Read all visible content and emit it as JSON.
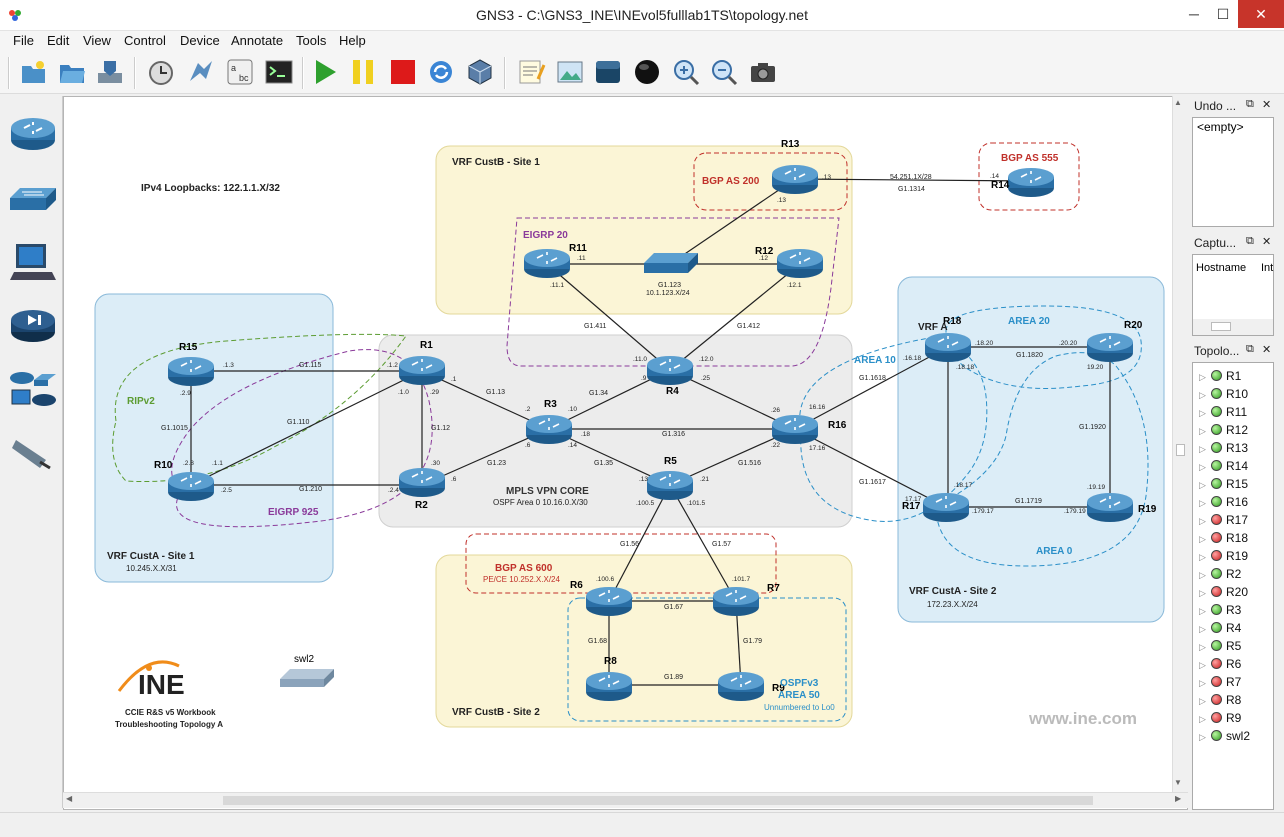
{
  "window": {
    "title": "GNS3 - C:\\GNS3_INE\\INEvol5fulllab1TS\\topology.net",
    "minimize": "─",
    "maximize": "☐",
    "close": "✕"
  },
  "menu": [
    "File",
    "Edit",
    "View",
    "Control",
    "Device",
    "Annotate",
    "Tools",
    "Help"
  ],
  "toolbar": [
    "new-project-icon",
    "open-project-icon",
    "save-project-icon",
    "snapshot-icon",
    "console-connect-icon",
    "show-interface-labels-icon",
    "console-all-icon",
    "start-icon",
    "pause-icon",
    "stop-icon",
    "reload-icon",
    "virtualbox-icon",
    "add-note-icon",
    "insert-picture-icon",
    "draw-rectangle-icon",
    "draw-ellipse-icon",
    "zoom-in-icon",
    "zoom-out-icon",
    "screenshot-icon"
  ],
  "device_panel": [
    "router-icon",
    "switch-icon",
    "end-device-icon",
    "security-device-icon",
    "all-devices-icon",
    "cloud-connector-icon"
  ],
  "undo": {
    "title": "Undo ...",
    "item": "<empty>"
  },
  "capture": {
    "title": "Captu...",
    "col1": "Hostname",
    "col2": "Int"
  },
  "topology": {
    "title": "Topolo...",
    "items": [
      {
        "name": "R1",
        "status": "green"
      },
      {
        "name": "R10",
        "status": "green"
      },
      {
        "name": "R11",
        "status": "green"
      },
      {
        "name": "R12",
        "status": "green"
      },
      {
        "name": "R13",
        "status": "green"
      },
      {
        "name": "R14",
        "status": "green"
      },
      {
        "name": "R15",
        "status": "green"
      },
      {
        "name": "R16",
        "status": "green"
      },
      {
        "name": "R17",
        "status": "red"
      },
      {
        "name": "R18",
        "status": "red"
      },
      {
        "name": "R19",
        "status": "red"
      },
      {
        "name": "R2",
        "status": "green"
      },
      {
        "name": "R20",
        "status": "red"
      },
      {
        "name": "R3",
        "status": "green"
      },
      {
        "name": "R4",
        "status": "green"
      },
      {
        "name": "R5",
        "status": "green"
      },
      {
        "name": "R6",
        "status": "red"
      },
      {
        "name": "R7",
        "status": "red"
      },
      {
        "name": "R8",
        "status": "red"
      },
      {
        "name": "R9",
        "status": "red"
      },
      {
        "name": "swl2",
        "status": "green"
      }
    ]
  },
  "diagram": {
    "site_labels": {
      "custb1": "VRF CustB - Site 1",
      "custb2": "VRF CustB - Site 2",
      "custa1": "VRF CustA - Site 1",
      "custa1_net": "10.245.X.X/31",
      "custa2": "VRF CustA - Site 2",
      "custa2_net": "172.23.X.X/24",
      "core": "MPLS VPN CORE",
      "core_ospf": "OSPF Area 0   10.16.0.X/30"
    },
    "protocol_labels": {
      "bgp200": "BGP AS 200",
      "bgp555": "BGP AS 555",
      "bgp600": "BGP AS 600",
      "pece": "PE/CE   10.252.X.X/24",
      "eigrp20": "EIGRP 20",
      "eigrp925": "EIGRP 925",
      "ripv2": "RIPv2",
      "area10": "AREA 10",
      "area20": "AREA 20",
      "area0": "AREA 0",
      "ospfv3": "OSPFv3",
      "area50": "AREA 50",
      "unnumbered": "Unnumbered to Lo0",
      "loopbacks": "IPv4 Loopbacks:  122.1.1.X/32",
      "vrfa": "VRF A"
    },
    "routers": [
      "R1",
      "R2",
      "R3",
      "R4",
      "R5",
      "R6",
      "R7",
      "R8",
      "R9",
      "R10",
      "R11",
      "R12",
      "R13",
      "R14",
      "R15",
      "R16",
      "R17",
      "R18",
      "R19",
      "R20"
    ],
    "switch_label": "swl2",
    "link_labels": [
      "G1.115",
      "G1.110",
      "G1.1015",
      "G1.210",
      "G1.13",
      "G1.12",
      "G1.23",
      "G1.34",
      "G1.316",
      "G1.35",
      "G1.516",
      "G1.411",
      "G1.412",
      "G1.123",
      "10.1.123.X/24",
      "54.251.1X/28",
      "G1.1314",
      "G1.1618",
      "G1.1820",
      "G1.1920",
      "G1.1617",
      "G1.1719",
      "G1.56",
      "G1.57",
      "G1.67",
      "G1.68",
      "G1.79",
      "G1.89"
    ],
    "logo": {
      "brand": "INE",
      "caption1": "CCIE R&S v5 Workbook",
      "caption2": "Troubleshooting Topology A"
    },
    "watermark": "www.ine.com"
  }
}
